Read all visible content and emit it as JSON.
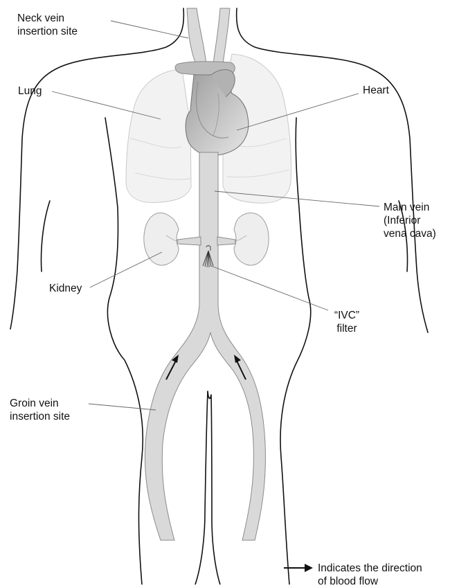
{
  "labels": {
    "neck_vein": "Neck vein\ninsertion site",
    "lung": "Lung",
    "heart": "Heart",
    "main_vein": "Main vein\n(Inferior\nvena cava)",
    "kidney": "Kidney",
    "ivc_filter": "“IVC”\nfilter",
    "groin_vein": "Groin vein\ninsertion site"
  },
  "legend": {
    "text": "Indicates the direction\nof blood flow",
    "icon": "right-arrow-icon"
  },
  "colors": {
    "vein_fill": "#d9d9d9",
    "vein_stroke": "#8a8a8a",
    "heart_fill": "#c4c4c4",
    "lung_fill": "#f2f2f2",
    "kidney_fill": "#eeeeee",
    "body_outline": "#111111"
  }
}
